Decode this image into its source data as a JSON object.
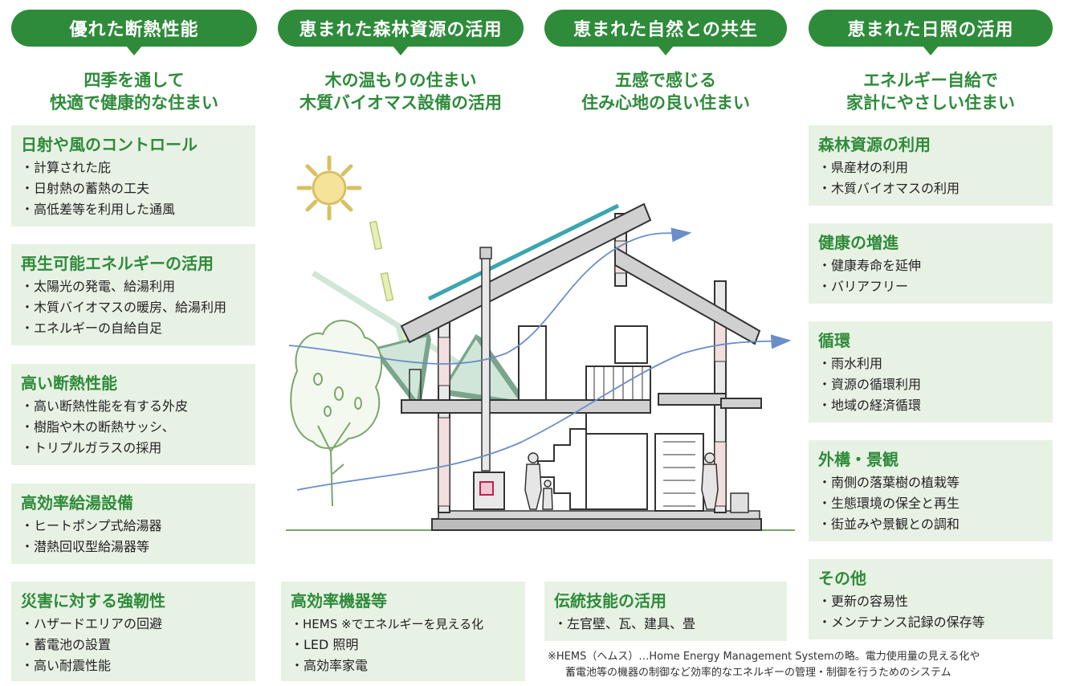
{
  "headers": [
    {
      "label": "優れた断熱性能",
      "sub1": "四季を通して",
      "sub2": "快適で健康的な住まい"
    },
    {
      "label": "恵まれた森林資源の活用",
      "sub1": "木の温もりの住まい",
      "sub2": "木質バイオマス設備の活用"
    },
    {
      "label": "恵まれた自然との共生",
      "sub1": "五感で感じる",
      "sub2": "住み心地の良い住まい"
    },
    {
      "label": "恵まれた日照の活用",
      "sub1": "エネルギー自給で",
      "sub2": "家計にやさしい住まい"
    }
  ],
  "left_boxes": [
    {
      "title": "日射や風のコントロール",
      "items": [
        "・計算された庇",
        "・日射熱の蓄熱の工夫",
        "・高低差等を利用した通風"
      ]
    },
    {
      "title": "再生可能エネルギーの活用",
      "items": [
        "・太陽光の発電、給湯利用",
        "・木質バイオマスの暖房、給湯利用",
        "・エネルギーの自給自足"
      ]
    },
    {
      "title": "高い断熱性能",
      "items": [
        "・高い断熱性能を有する外皮",
        "・樹脂や木の断熱サッシ、",
        "・トリプルガラスの採用"
      ]
    },
    {
      "title": "高効率給湯設備",
      "items": [
        "・ヒートポンプ式給湯器",
        "・潜熱回収型給湯器等"
      ]
    },
    {
      "title": "災害に対する強靭性",
      "items": [
        "・ハザードエリアの回避",
        "・蓄電池の設置",
        "・高い耐震性能"
      ]
    }
  ],
  "right_boxes": [
    {
      "title": "森林資源の利用",
      "items": [
        "・県産材の利用",
        "・木質バイオマスの利用"
      ]
    },
    {
      "title": "健康の増進",
      "items": [
        "・健康寿命を延伸",
        "・バリアフリー"
      ]
    },
    {
      "title": "循環",
      "items": [
        "・雨水利用",
        "・資源の循環利用",
        "・地域の経済循環"
      ]
    },
    {
      "title": "外構・景観",
      "items": [
        "・南側の落葉樹の植栽等",
        "・生態環境の保全と再生",
        "・街並みや景観との調和"
      ]
    },
    {
      "title": "その他",
      "items": [
        "・更新の容易性",
        "・メンテナンス記録の保存等"
      ]
    }
  ],
  "bottom_boxes": [
    {
      "title": "高効率機器等",
      "items": [
        "・HEMS ※でエネルギーを見える化",
        "・LED 照明",
        "・高効率家電"
      ]
    },
    {
      "title": "伝統技能の活用",
      "items": [
        "・左官壁、瓦、建具、畳"
      ]
    }
  ],
  "footnote": {
    "line1": "※HEMS（ヘムス）…Home Energy Management Systemの略。電力使用量の見える化や",
    "line2": "蓄電池等の機器の制御など効率的なエネルギーの管理・制御を行うためのシステム"
  },
  "colors": {
    "accent_green": "#2e8b3a",
    "box_bg": "#e8f2e4",
    "arrow_blue": "#5b7fb5",
    "solar_teal": "#3aa6b0"
  }
}
